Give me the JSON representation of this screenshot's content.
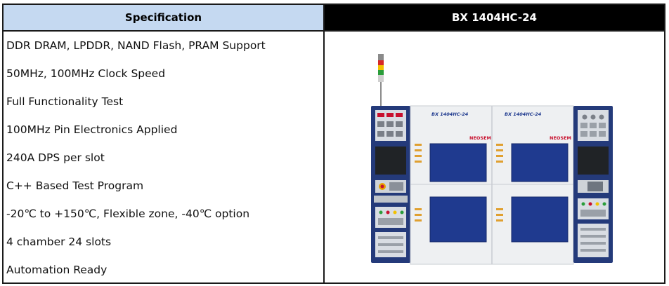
{
  "table": {
    "spec_header": "Specification",
    "product_header": "BX 1404HC-24",
    "items": [
      "DDR DRAM, LPDDR, NAND Flash, PRAM Support",
      "50MHz, 100MHz Clock Speed",
      "Full Functionality Test",
      "100MHz Pin Electronics Applied",
      "240A DPS per slot",
      "C++ Based Test Program",
      "-20℃ to +150℃, Flexible zone, -40℃ option",
      "4 chamber 24 slots",
      "Automation Ready"
    ]
  },
  "machine": {
    "model_label_left": "BX 1404HC-24",
    "model_label_right": "BX 1404HC-24",
    "brand_left": "NEOSEM",
    "brand_right": "NEOSEM"
  },
  "colors": {
    "spec_header_bg": "#c5d9f1",
    "product_header_bg": "#000000",
    "chamber_blue": "#1f3a8f",
    "side_panel_navy": "#243a7a",
    "brand_red": "#c8102e"
  }
}
